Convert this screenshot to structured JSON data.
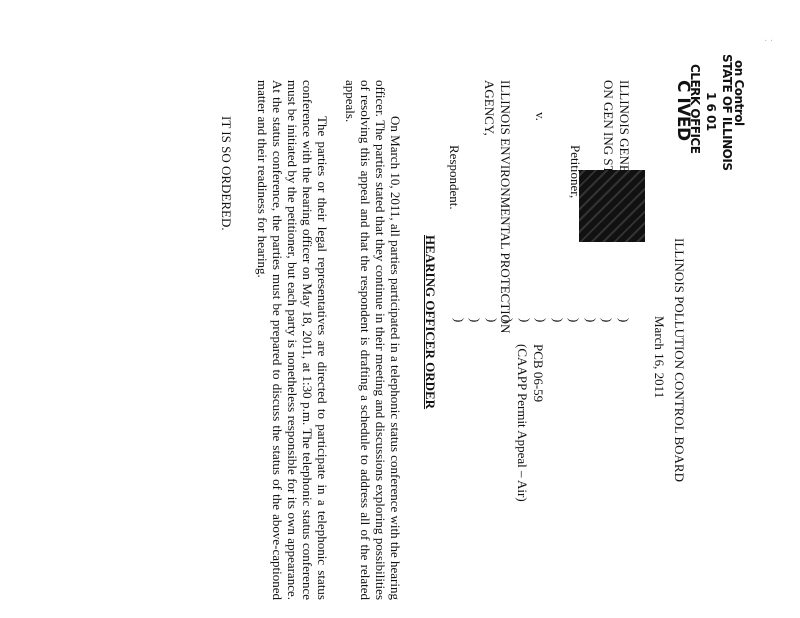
{
  "stamp": {
    "line1": "C    IVED",
    "line2": "CLERK  OFFICE",
    "line3": "1 6   01",
    "line4": "STATE OF ILLINOIS",
    "line5": "on Control"
  },
  "header": {
    "board": "ILLINOIS POLLUTION CONTROL BOARD",
    "date": "March 16, 2011"
  },
  "caption": {
    "company_line": "ILLINOIS GENER        , LLC,",
    "station_line": "ON GEN          ING STATION,",
    "petitioner": "Petitioner,",
    "v": "v.",
    "respondent_line1": "ILLINOIS ENVIRONMENTAL PROTECTION",
    "respondent_line2": "AGENCY,",
    "respondent": "Respondent.",
    "case_no": "PCB 06-59",
    "case_type": "(CAAPP Permit Appeal – Air)"
  },
  "order": {
    "title": "HEARING OFFICER ORDER",
    "para1": "On March 10, 2011, all parties participated in a telephonic status conference with the hearing officer. The parties stated that they continue in their meeting and discussions exploring possibilities of resolving this appeal and that the respondent is drafting a schedule to address all of the related appeals.",
    "para2": "The parties or their legal representatives are directed to participate in a telephonic status conference with the hearing officer on May 18, 2011, at 1:30 p.m. The telephonic status conference must be initiated by the petitioner, but each party is nonetheless responsible for its own appearance. At the status conference, the parties must be prepared to discuss the status of the above-captioned matter and their readiness for hearing.",
    "closing": "IT IS SO ORDERED."
  }
}
